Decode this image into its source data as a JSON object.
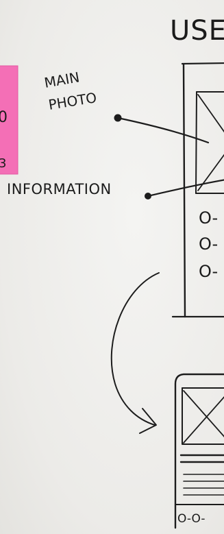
{
  "title_partial": "USE",
  "sticky_note": {
    "color": "#f46fb6",
    "marks": [
      "0",
      "3"
    ]
  },
  "labels": {
    "main_photo_line1": "MAIN",
    "main_photo_line2": "PHOTO",
    "information": "INFORMATION"
  },
  "screen1_list_marks": [
    "O-",
    "O-",
    "O-"
  ],
  "screen2_footer_marks": "O-O-",
  "ink_color": "#1c1c1c"
}
